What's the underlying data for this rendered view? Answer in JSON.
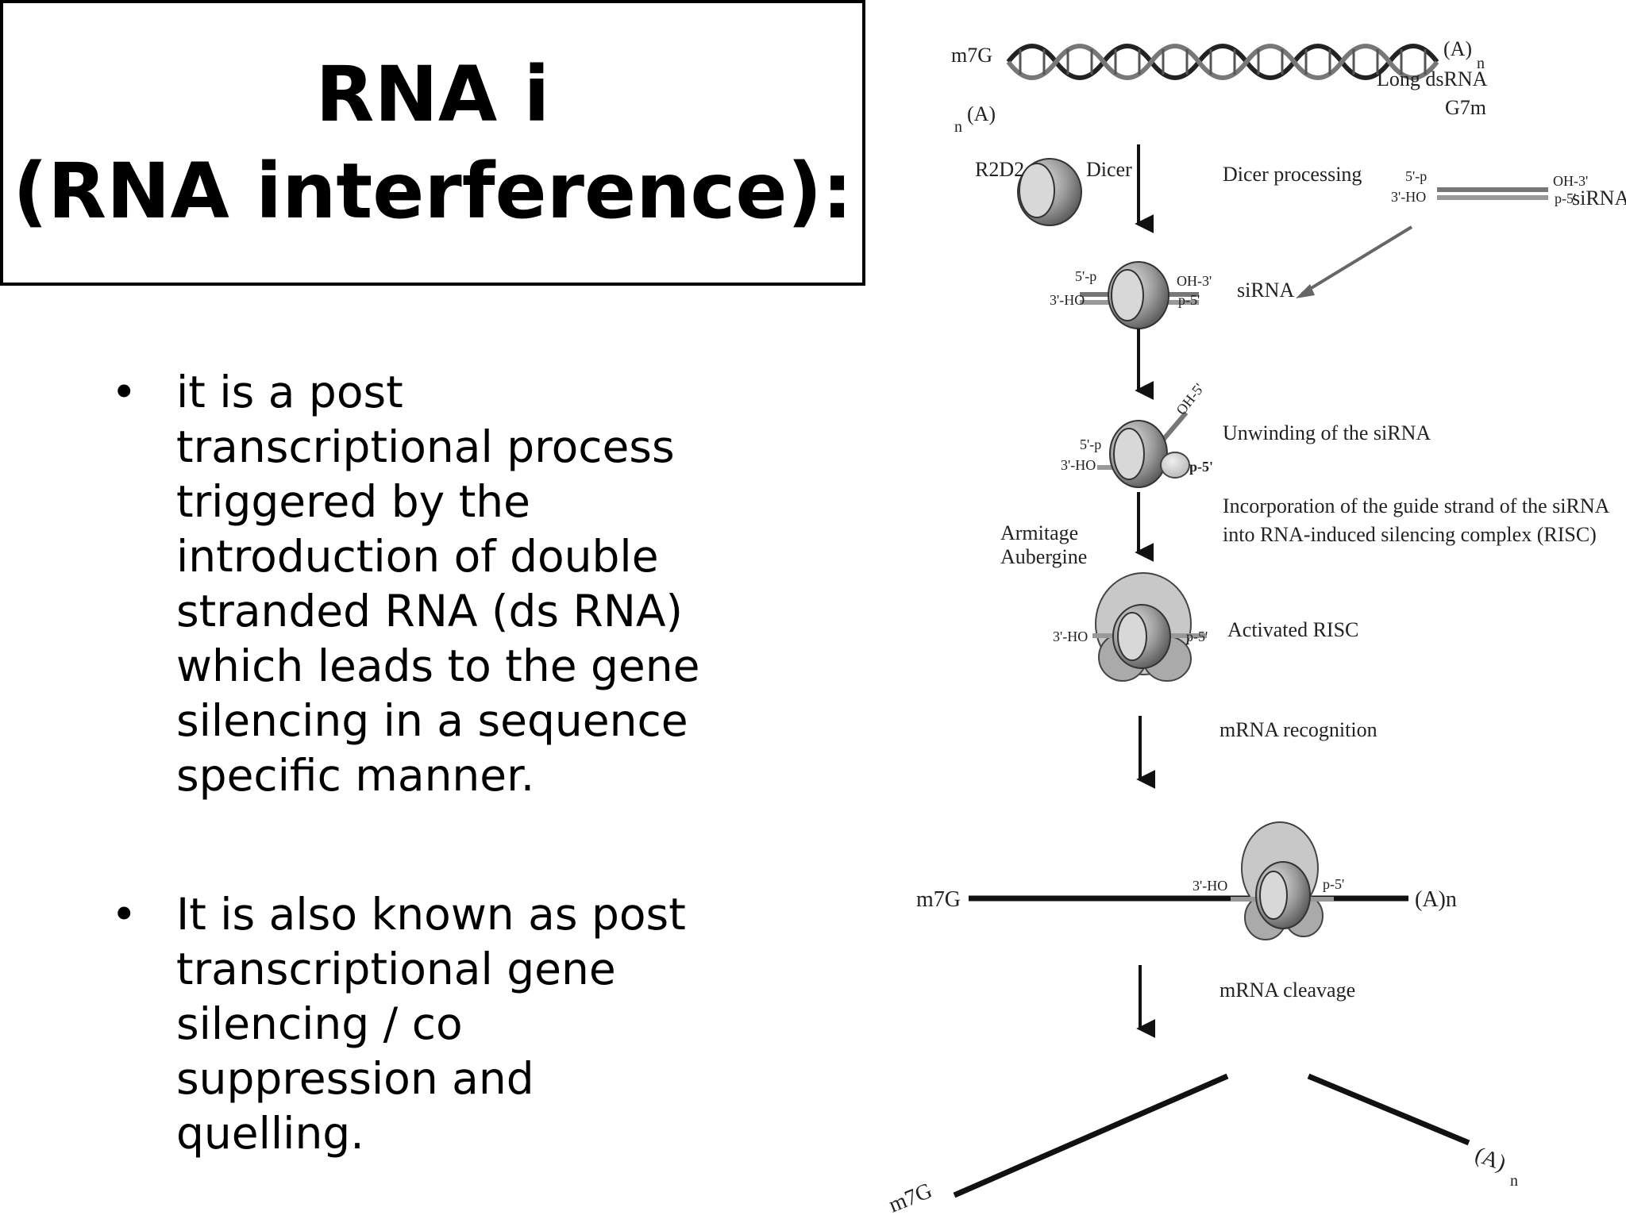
{
  "title": {
    "line1": "RNA i",
    "line2": "(RNA interference):"
  },
  "bullets": [
    {
      "marker": "•",
      "text": " it is a post\ntranscriptional process\ntriggered by the\nintroduction of double\nstranded RNA (ds RNA)\nwhich leads to the gene\nsilencing in a sequence\nspecific manner."
    },
    {
      "marker": "•",
      "text": " It is also known as post\ntranscriptional gene\nsilencing / co\nsuppression and\nquelling."
    }
  ],
  "diagram": {
    "dsrna": {
      "m7g_top": "m7G",
      "a_top": "(A)",
      "a_top_sub": "n",
      "a_bottom_sub": "n",
      "a_bottom": "(A)",
      "g7m": "G7m",
      "label": "Long dsRNA"
    },
    "dicer": {
      "r2d2": "R2D2",
      "dicer": "Dicer",
      "step": "Dicer processing"
    },
    "sirna_free": {
      "five_p": "5'-p",
      "three_ho": "3'-HO",
      "oh3": "OH-3'",
      "p5": "p-5'",
      "label": "siRNA"
    },
    "sirna_bound": {
      "five_p": "5'-p",
      "three_ho": "3'-HO",
      "oh3": "OH-3'",
      "p5": "p-5'",
      "label": "siRNA"
    },
    "unwinding": {
      "oh5": "OH-5'",
      "five_p": "5'-p",
      "three_ho": "3'-HO",
      "p5": "p-5'",
      "step": "Unwinding of the siRNA"
    },
    "incorporation": {
      "line1": "Incorporation of the guide strand of the siRNA",
      "line2": "into RNA-induced silencing complex (RISC)",
      "armitage": "Armitage",
      "aubergine": "Aubergine"
    },
    "risc": {
      "three_ho": "3'-HO",
      "p5": "p-5'",
      "step": "Activated RISC"
    },
    "recognition": {
      "step": "mRNA recognition"
    },
    "mrna": {
      "m7g": "m7G",
      "three_ho": "3'-HO",
      "p5": "p-5'",
      "an": "(A)n"
    },
    "cleavage": {
      "step": "mRNA cleavage",
      "m7g": "m7G",
      "a": "(A)",
      "a_sub": "n"
    }
  }
}
